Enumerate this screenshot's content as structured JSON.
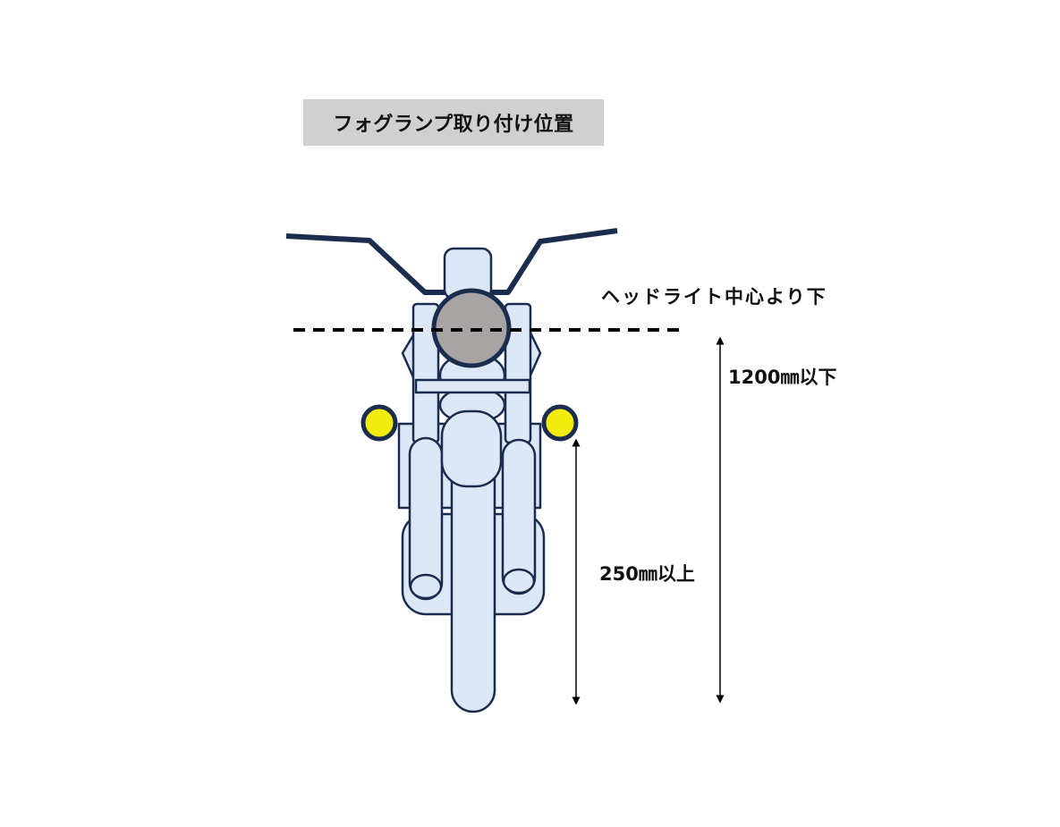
{
  "title": "フォグランプ取り付け位置",
  "annotations": {
    "headlight_center": "ヘッドライト中心より下",
    "max_height": "1200㎜以下",
    "min_height": "250㎜以上"
  },
  "colors": {
    "body_fill": "#dce8f5",
    "outline": "#1b2d4f",
    "headlight": "#a8a4a4",
    "fog_lamp": "#f5ec0f",
    "title_bg": "#d0d0d0"
  }
}
